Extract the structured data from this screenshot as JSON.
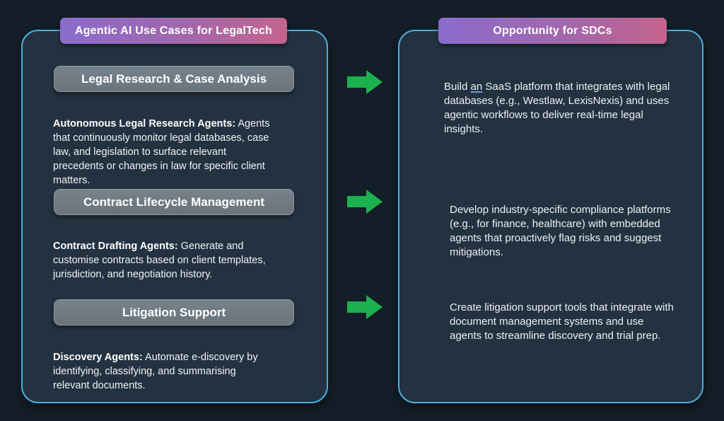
{
  "colors": {
    "page_bg": "#131e28",
    "panel_bg": "#233240",
    "panel_border": "#4aaedc",
    "header_gradient_start": "#8a6cce",
    "header_gradient_end": "#c4638d",
    "section_button_bg": "#6e787f",
    "arrow_green": "#1cb14e",
    "grammar_underline_blue": "#6b9bd2"
  },
  "left_panel": {
    "header": "Agentic AI Use Cases for LegalTech",
    "sections": [
      {
        "button": "Legal Research & Case Analysis",
        "lead": "Autonomous Legal Research Agents:",
        "body": " Agents that continuously monitor legal databases, case law, and legislation to surface relevant precedents or changes in law for specific client matters."
      },
      {
        "button": "Contract Lifecycle Management",
        "lead": "Contract Drafting Agents:",
        "body": " Generate and customise contracts based on client templates, jurisdiction, and negotiation history."
      },
      {
        "button": "Litigation Support",
        "lead": "Discovery Agents:",
        "body": " Automate e-discovery by identifying, classifying, and summarising relevant documents."
      }
    ]
  },
  "right_panel": {
    "header": "Opportunity for SDCs",
    "items": [
      {
        "pre": "Build ",
        "marked": "an",
        "post": " SaaS platform that integrates with legal databases (e.g., Westlaw, LexisNexis) and uses agentic workflows to deliver real-time legal insights."
      },
      {
        "text": "Develop industry-specific compliance platforms (e.g., for finance, healthcare) with embedded agents that proactively flag risks and suggest mitigations."
      },
      {
        "text": "Create litigation support tools that integrate with document management systems and use agents to streamline discovery and trial prep."
      }
    ]
  }
}
